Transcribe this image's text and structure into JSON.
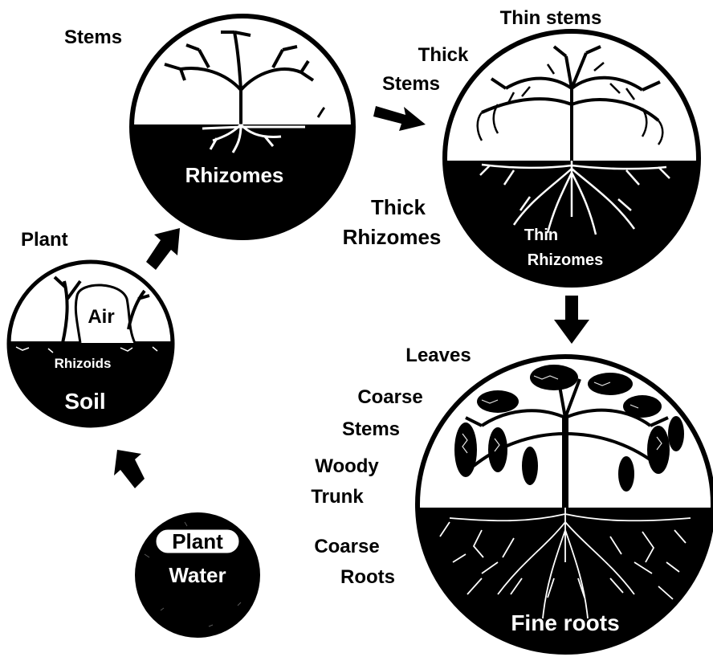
{
  "stage1": {
    "label_line1": "Plant",
    "label_line2": "Water"
  },
  "stage2": {
    "air_label": "Air",
    "rhizoids_label": "Rhizoids",
    "soil_label": "Soil",
    "plant_label": "Plant"
  },
  "stage3": {
    "stems_label": "Stems",
    "rhizomes_label": "Rhizomes"
  },
  "stage4": {
    "thin_stems_label": "Thin stems",
    "thick_stems_line1": "Thick",
    "thick_stems_line2": "Stems",
    "thick_rhizomes_line1": "Thick",
    "thick_rhizomes_line2": "Rhizomes",
    "thin_rhizomes_line1": "Thin",
    "thin_rhizomes_line2": "Rhizomes"
  },
  "stage5": {
    "leaves_label": "Leaves",
    "coarse_stems_line1": "Coarse",
    "coarse_stems_line2": "Stems",
    "woody_trunk_line1": "Woody",
    "woody_trunk_line2": "Trunk",
    "coarse_roots_line1": "Coarse",
    "coarse_roots_line2": "Roots",
    "fine_roots_label": "Fine roots"
  },
  "colors": {
    "ink": "#000000",
    "paper": "#ffffff"
  }
}
